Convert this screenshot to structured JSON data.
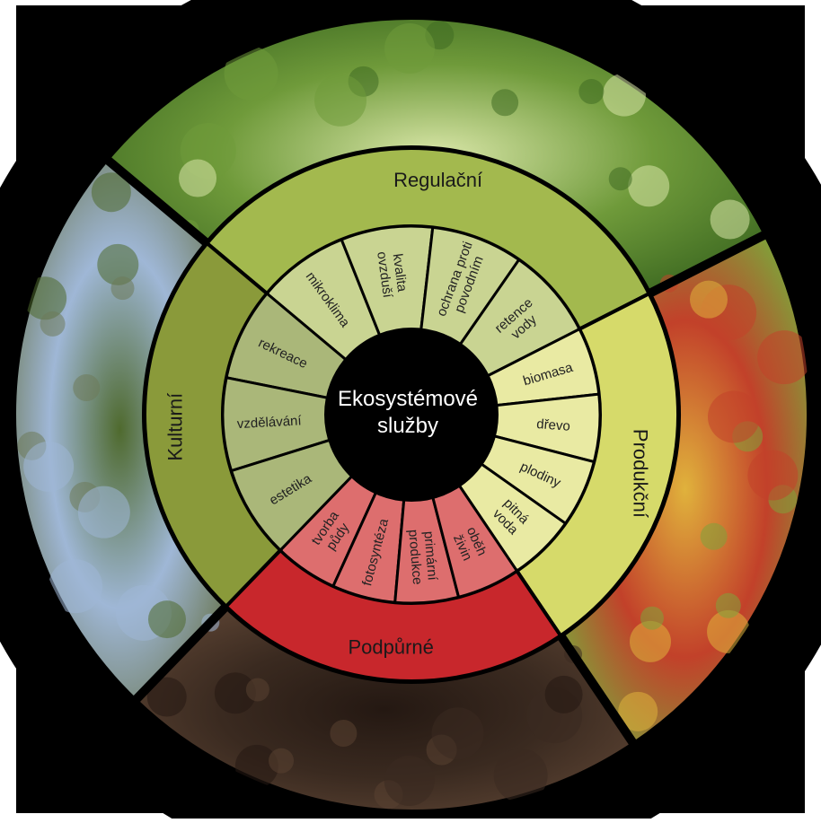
{
  "center": {
    "lines": [
      "Ekosystémové",
      "služby"
    ]
  },
  "categories": [
    {
      "key": "regulacni",
      "label": "Regulační",
      "outer_color": "#a3b94e",
      "inner_color": "#c9d492",
      "photo": "tree-canopy-photo",
      "photo_colors": [
        "#6f9a3a",
        "#3f6b22",
        "#d9e6a8"
      ],
      "items": [
        {
          "lines": [
            "mikroklima"
          ]
        },
        {
          "lines": [
            "kvalita",
            "ovzduší"
          ]
        },
        {
          "lines": [
            "ochrana proti",
            "povodním"
          ]
        },
        {
          "lines": [
            "retence",
            "vody"
          ]
        }
      ]
    },
    {
      "key": "produkcni",
      "label": "Produkční",
      "outer_color": "#d6da6a",
      "inner_color": "#e9eaa3",
      "photo": "vegetables-photo",
      "photo_colors": [
        "#c2412a",
        "#7fa23a",
        "#e0b23c"
      ],
      "items": [
        {
          "lines": [
            "biomasa"
          ]
        },
        {
          "lines": [
            "dřevo"
          ]
        },
        {
          "lines": [
            "plodiny"
          ]
        },
        {
          "lines": [
            "pitná",
            "voda"
          ]
        }
      ]
    },
    {
      "key": "podpurne",
      "label": "Podpůrné",
      "outer_color": "#c8272c",
      "inner_color": "#dd6e6e",
      "photo": "soil-seedling-photo",
      "photo_colors": [
        "#3a2a20",
        "#5a4232",
        "#241812"
      ],
      "items": [
        {
          "lines": [
            "tvorba",
            "půdy"
          ]
        },
        {
          "lines": [
            "fotosyntéza"
          ]
        },
        {
          "lines": [
            "primární",
            "produkce"
          ]
        },
        {
          "lines": [
            "oběh",
            "živin"
          ]
        }
      ]
    },
    {
      "key": "kulturni",
      "label": "Kulturní",
      "outer_color": "#8a9a3a",
      "inner_color": "#aab779",
      "photo": "mountain-hiker-photo",
      "photo_colors": [
        "#9fb7d6",
        "#6d7a5a",
        "#4f6a2e"
      ],
      "items": [
        {
          "lines": [
            "rekreace"
          ]
        },
        {
          "lines": [
            "vzdělávání"
          ]
        },
        {
          "lines": [
            "estetika"
          ]
        }
      ]
    }
  ]
}
